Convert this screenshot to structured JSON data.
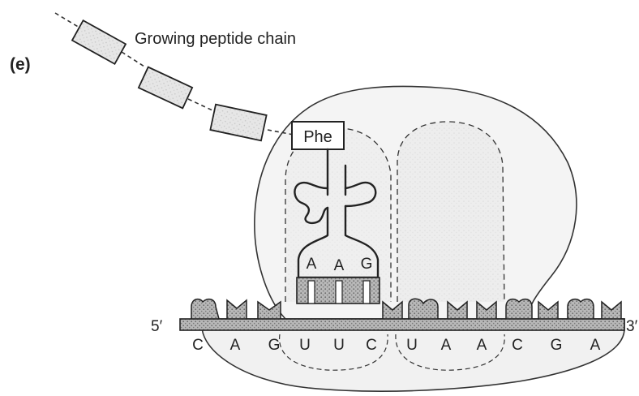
{
  "panel_label": "(e)",
  "chain_label": "Growing peptide chain",
  "amino_acid": "Phe",
  "anticodon": [
    "A",
    "A",
    "G"
  ],
  "mrna": {
    "five_prime": "5′",
    "three_prime": "3′",
    "bases": [
      "C",
      "A",
      "G",
      "U",
      "U",
      "C",
      "U",
      "A",
      "A",
      "C",
      "G",
      "A"
    ]
  }
}
